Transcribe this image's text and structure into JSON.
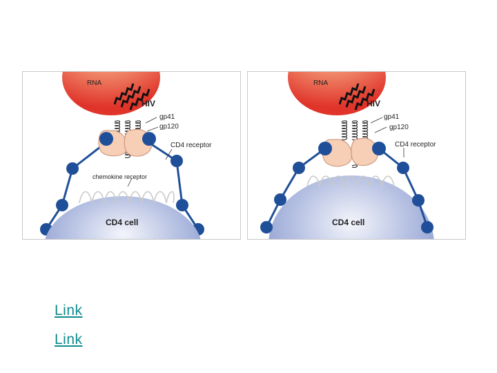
{
  "colors": {
    "virus_red": "#e0332a",
    "virus_highlight": "#fbe3d6",
    "cell_blue": "#8b9bd0",
    "chain_blue": "#1f4f98",
    "protein_peach": "#f6cfb6",
    "link_teal": "#0f8b8d"
  },
  "panels": [
    {
      "rna": "RNA",
      "hiv": "HIV",
      "gp41": "gp41",
      "gp120": "gp120",
      "cd4_receptor": "CD4 receptor",
      "chemokine_receptor": "chemokine receptor",
      "cd4_cell": "CD4 cell"
    },
    {
      "rna": "RNA",
      "hiv": "HIV",
      "gp41": "gp41",
      "gp120": "gp120",
      "cd4_receptor": "CD4 receptor",
      "cd4_cell": "CD4 cell"
    }
  ],
  "links": [
    "Link",
    "Link"
  ]
}
